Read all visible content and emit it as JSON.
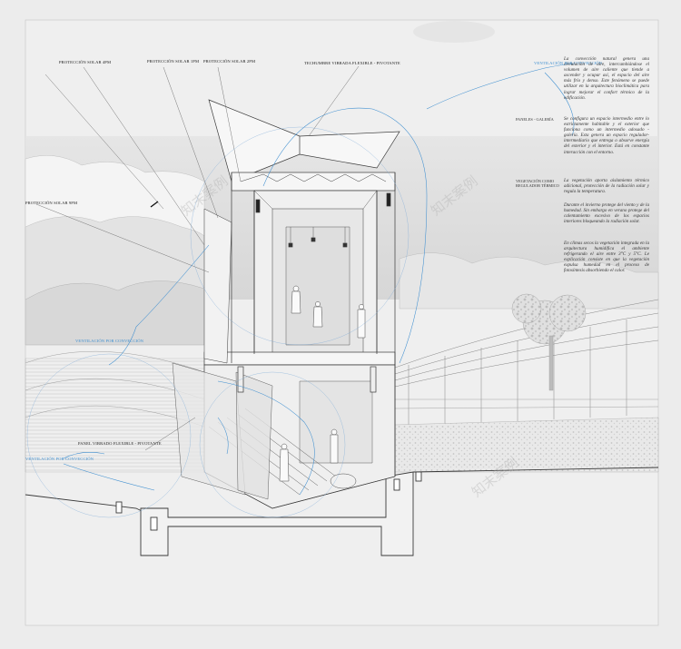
{
  "labels": {
    "solar_4pm": "PROTECCIÓN SOLAR 4PM",
    "solar_1pm": "PROTECCIÓN SOLAR 1PM",
    "solar_2pm": "PROTECCIÓN SOLAR 2PM",
    "solar_9am": "PROTECCIÓN SOLAR 9PM",
    "roof_membrane": "TECHUMBRE VIBRADA FLEXIBLE - PIVOTANTE",
    "vent_top": "VENTILACIÓN POR CONVECCIÓN",
    "vent_left": "VENTILACIÓN POR CONVECCIÓN",
    "vent_bottom": "VENTILACIÓN POR CONVECCIÓN",
    "panel_vibrado": "PANEL VIBRADO FLEXIBLE - PIVOTANTE",
    "panel_gallery": "PANELES - GALERÍA",
    "vegetation": "VEGETACIÓN COMO REGULADOR TÉRMICO"
  },
  "text": {
    "para_ventilation": "La convección natural genera una circulación de aire, intercambiándose el volumen de aire caliente que tiende a ascender y ocupar así, el espacio del aire más frío y denso. Este fenómeno se puede utilizar en la arquitectura bioclimática para lograr mejorar el confort térmico de la edificación.",
    "para_gallery": "Se configura un espacio intermedio entre lo estrictamente habitable y el exterior que funciona como un intermedio adosado - galería. Esta genera un espacio regulador-intermediario que entrega o absorve energía del exterior y el interior. Está en constante interacción con el entorno.",
    "para_vegetation_1": "La vegetación aporta aislamiento térmico adicional, protección de la radiación solar y regula la temperatura.",
    "para_vegetation_2": "Durante el invierno protege del viento y de la humedad. Sin embargo en verano protege del calentamiento excesivo de los espacios interiores bloqueando la radiación solar.",
    "para_vegetation_3": "En climas secos la vegetación integrada en la arquitectura humidifica el ambiente refrigerando el aire entre 3°C y 5°C. Le explicación consiste en que la vegetación expulsa humedad en el proceso de fotosíntesis absorbiendo el calor."
  },
  "watermark": "知末案例",
  "colors": {
    "background": "#ececec",
    "line": "#3a3a3a",
    "accent_blue": "#3f8fd0"
  }
}
